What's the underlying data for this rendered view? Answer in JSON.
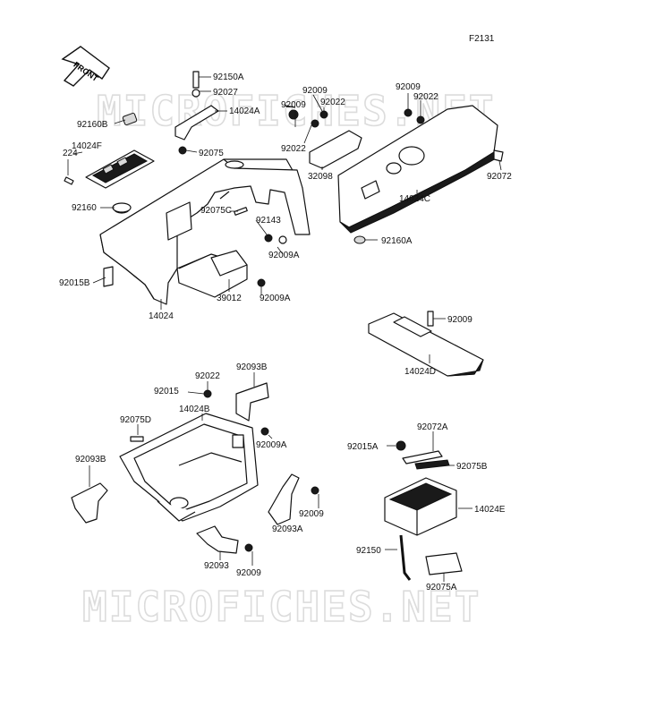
{
  "diagram": {
    "code": "F2131",
    "front_label": "FRONT",
    "watermark": "MICROFICHES.NET",
    "labels": {
      "p92150A": "92150A",
      "p92027": "92027",
      "p14024A": "14024A",
      "p92075": "92075",
      "p92160B": "92160B",
      "p14024F": "14024F",
      "p224": "224",
      "p92160": "92160",
      "p92075C": "92075C",
      "p92143": "92143",
      "p92009A_1": "92009A",
      "p92015B": "92015B",
      "p39012": "39012",
      "p92009A_2": "92009A",
      "p14024": "14024",
      "p92009_a": "92009",
      "p92009_b": "92009",
      "p92022_a": "92022",
      "p92022_b": "92022",
      "p32098": "32098",
      "p92009_c": "92009",
      "p92022_c": "92022",
      "p92072": "92072",
      "p14024C": "14024C",
      "p92160A": "92160A",
      "p92009_d": "92009",
      "p14024D": "14024D",
      "p92022_d": "92022",
      "p92093B_1": "92093B",
      "p92015": "92015",
      "p14024B": "14024B",
      "p92075D": "92075D",
      "p92009A_3": "92009A",
      "p92093B_2": "92093B",
      "p92009_e": "92009",
      "p92093A": "92093A",
      "p92093": "92093",
      "p92009_f": "92009",
      "p92072A": "92072A",
      "p92015A": "92015A",
      "p92075B": "92075B",
      "p14024E": "14024E",
      "p92150": "92150",
      "p92075A": "92075A"
    }
  }
}
